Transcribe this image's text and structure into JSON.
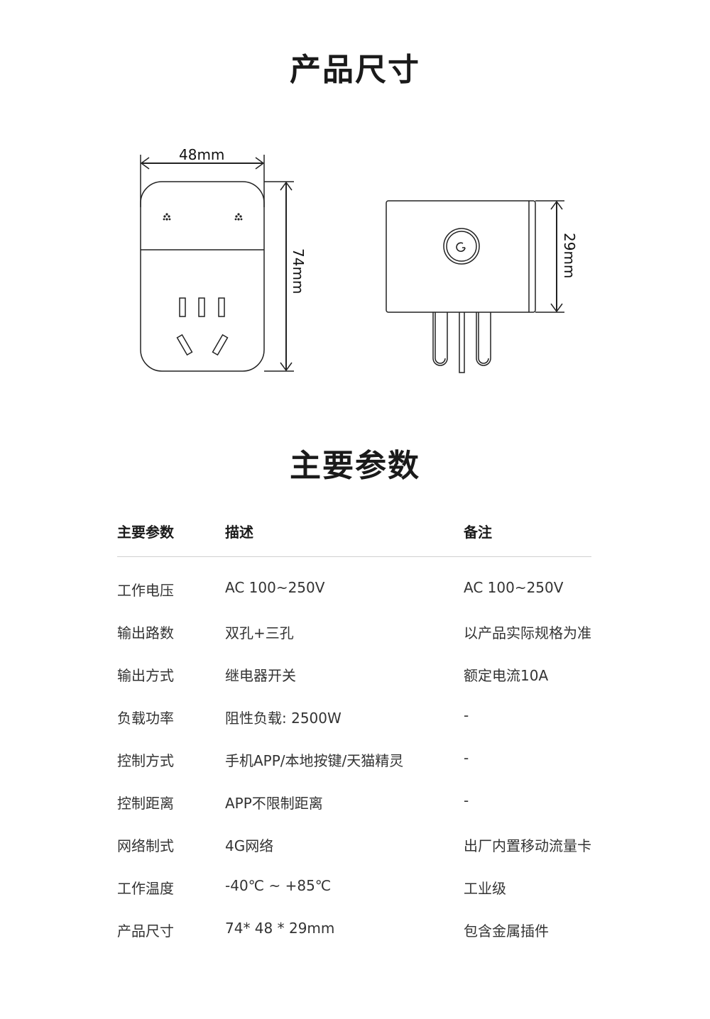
{
  "sections": {
    "dimensions": {
      "title": "产品尺寸",
      "front_view": {
        "width_label": "48mm",
        "height_label": "74mm"
      },
      "side_view": {
        "depth_label": "29mm"
      }
    },
    "parameters": {
      "title": "主要参数",
      "table": {
        "headers": [
          "主要参数",
          "描述",
          "备注"
        ],
        "rows": [
          [
            "工作电压",
            "AC 100~250V",
            "AC 100~250V"
          ],
          [
            "输出路数",
            "双孔+三孔",
            "以产品实际规格为准"
          ],
          [
            "输出方式",
            "继电器开关",
            "额定电流10A"
          ],
          [
            "负载功率",
            "阻性负载: 2500W",
            "-"
          ],
          [
            "控制方式",
            "手机APP/本地按键/天猫精灵",
            "-"
          ],
          [
            "控制距离",
            "APP不限制距离",
            "-"
          ],
          [
            "网络制式",
            "4G网络",
            "出厂内置移动流量卡"
          ],
          [
            "工作温度",
            "-40℃  ~  +85℃",
            "工业级"
          ],
          [
            "产品尺寸",
            "74* 48 * 29mm",
            "包含金属插件"
          ]
        ]
      }
    }
  }
}
